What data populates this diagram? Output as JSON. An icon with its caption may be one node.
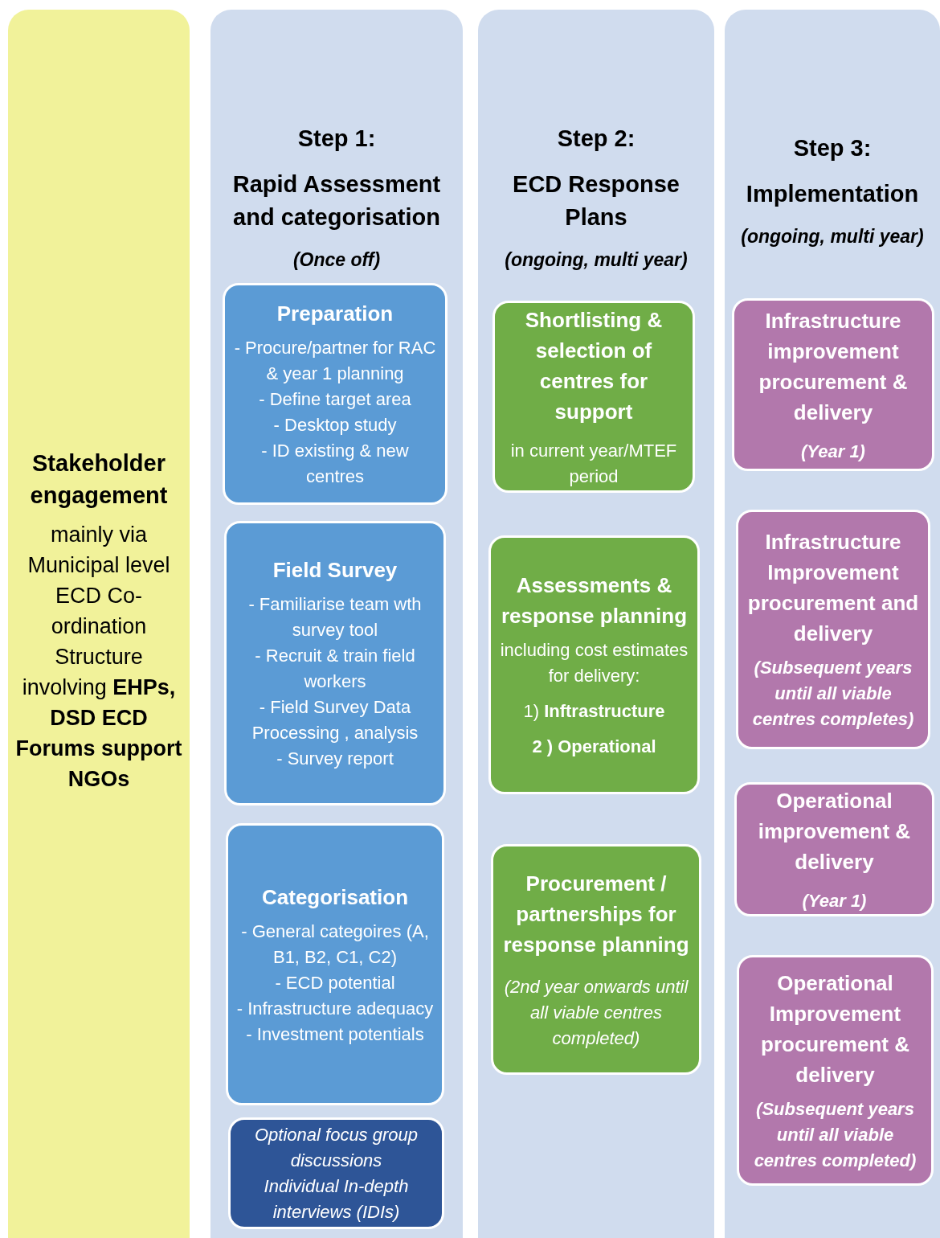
{
  "diagram": {
    "nodes": [
      {
        "text": [
          "Stakeholder engagement",
          "mainly via Municipal level ECD Co-ordination Structure involving **EHPs, DSD ECD Forums support NGOs**"
        ]
      },
      {
        "text": [
          "Step 1:",
          "Rapid Assessment and categorisation",
          "(Once off)"
        ]
      },
      {
        "text": [
          "Preparation",
          "- Procure/partner for RAC & year 1 planning",
          "- Define target area",
          "- Desktop study",
          "- ID existing & new centres"
        ],
        "in": 1
      },
      {
        "text": [
          "Field Survey",
          "- Familiarise team wth survey tool",
          "- Recruit & train field workers",
          "- Field Survey Data Processing , analysis",
          "- Survey report"
        ],
        "in": 1
      },
      {
        "text": [
          "Categorisation",
          "- General categoires (A, B1, B2, C1, C2)",
          "- ECD potential",
          "- Infrastructure adequacy",
          "- Investment potentials"
        ],
        "in": 1
      },
      {
        "text": [
          "Optional focus group discussions",
          "Individual In-depth interviews (IDIs)"
        ],
        "in": 1
      },
      {
        "text": [
          "Step 2:",
          "ECD Response Plans",
          "(ongoing, multi year)"
        ]
      },
      {
        "text": [
          "Shortlisting & selection of centres for support",
          "in current year/MTEF period"
        ],
        "in": 6
      },
      {
        "text": [
          "Assessments & response planning",
          "including cost estimates for delivery:",
          "1) **Inftrastructure**",
          "2 ) Operational"
        ],
        "in": 6
      },
      {
        "text": [
          "Procurement / partnerships for response planning",
          "(2nd year onwards until all viable centres completed)"
        ],
        "in": 6
      },
      {
        "text": [
          "Step 3:",
          "Implementation",
          "(ongoing, multi year)"
        ]
      },
      {
        "text": [
          "Infrastructure improvement procurement & delivery",
          "(Year 1)"
        ],
        "in": 10
      },
      {
        "text": [
          "Infrastructure Improvement procurement and delivery",
          "(Subsequent years until all viable centres completes)"
        ],
        "in": 10
      },
      {
        "text": [
          "Operational improvement & delivery",
          "(Year 1)"
        ],
        "in": 10
      },
      {
        "text": [
          "Operational Improvement procurement & delivery",
          "(Subsequent years until all viable centres completed)"
        ],
        "in": 10
      }
    ]
  }
}
